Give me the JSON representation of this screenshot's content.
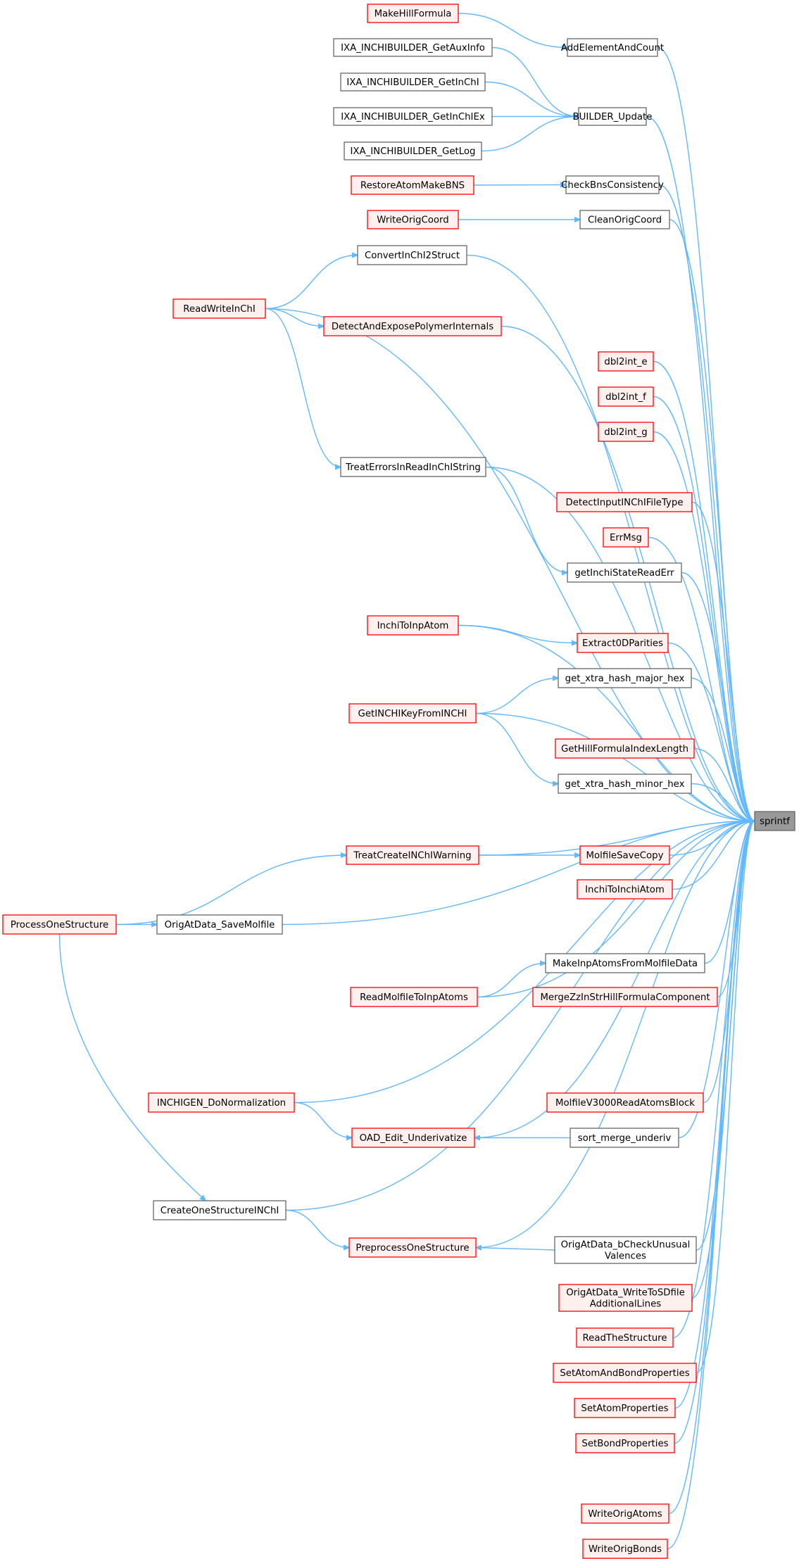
{
  "colors": {
    "edge": "#63b8ff",
    "red_border": "#ff0000",
    "red_fill": "#fff0f0",
    "gray_border": "#666666",
    "plain_fill": "#ffffff",
    "root_fill": "#999999"
  },
  "root": {
    "id": "sprintf",
    "label": "sprintf"
  },
  "nodes": [
    {
      "id": "MakeHillFormula",
      "lines": [
        "MakeHillFormula"
      ],
      "style": "red"
    },
    {
      "id": "AddElementAndCount",
      "lines": [
        "AddElementAndCount"
      ],
      "style": "plain"
    },
    {
      "id": "IXA_INCHIBUILDER_GetAuxInfo",
      "lines": [
        "IXA_INCHIBUILDER_GetAuxInfo"
      ],
      "style": "plain"
    },
    {
      "id": "IXA_INCHIBUILDER_GetInChI",
      "lines": [
        "IXA_INCHIBUILDER_GetInChI"
      ],
      "style": "plain"
    },
    {
      "id": "BUILDER_Update",
      "lines": [
        "BUILDER_Update"
      ],
      "style": "plain"
    },
    {
      "id": "IXA_INCHIBUILDER_GetInChIEx",
      "lines": [
        "IXA_INCHIBUILDER_GetInChIEx"
      ],
      "style": "plain"
    },
    {
      "id": "IXA_INCHIBUILDER_GetLog",
      "lines": [
        "IXA_INCHIBUILDER_GetLog"
      ],
      "style": "plain"
    },
    {
      "id": "RestoreAtomMakeBNS",
      "lines": [
        "RestoreAtomMakeBNS"
      ],
      "style": "red"
    },
    {
      "id": "CheckBnsConsistency",
      "lines": [
        "CheckBnsConsistency"
      ],
      "style": "plain"
    },
    {
      "id": "WriteOrigCoord",
      "lines": [
        "WriteOrigCoord"
      ],
      "style": "red"
    },
    {
      "id": "CleanOrigCoord",
      "lines": [
        "CleanOrigCoord"
      ],
      "style": "plain"
    },
    {
      "id": "ConvertInChI2Struct",
      "lines": [
        "ConvertInChI2Struct"
      ],
      "style": "plain"
    },
    {
      "id": "ReadWriteInChI",
      "lines": [
        "ReadWriteInChI"
      ],
      "style": "red"
    },
    {
      "id": "DetectAndExposePolymerInternals",
      "lines": [
        "DetectAndExposePolymerInternals"
      ],
      "style": "red"
    },
    {
      "id": "dbl2int_e",
      "lines": [
        "dbl2int_e"
      ],
      "style": "red"
    },
    {
      "id": "dbl2int_f",
      "lines": [
        "dbl2int_f"
      ],
      "style": "red"
    },
    {
      "id": "dbl2int_g",
      "lines": [
        "dbl2int_g"
      ],
      "style": "red"
    },
    {
      "id": "TreatErrorsInReadInChIString",
      "lines": [
        "TreatErrorsInReadInChIString"
      ],
      "style": "plain"
    },
    {
      "id": "DetectInputINChIFileType",
      "lines": [
        "DetectInputINChIFileType"
      ],
      "style": "red"
    },
    {
      "id": "ErrMsg",
      "lines": [
        "ErrMsg"
      ],
      "style": "red"
    },
    {
      "id": "getInchiStateReadErr",
      "lines": [
        "getInchiStateReadErr"
      ],
      "style": "plain"
    },
    {
      "id": "InchiToInpAtom",
      "lines": [
        "InchiToInpAtom"
      ],
      "style": "red"
    },
    {
      "id": "Extract0DParities",
      "lines": [
        "Extract0DParities"
      ],
      "style": "red"
    },
    {
      "id": "get_xtra_hash_major_hex",
      "lines": [
        "get_xtra_hash_major_hex"
      ],
      "style": "plain"
    },
    {
      "id": "GetINCHIKeyFromINCHI",
      "lines": [
        "GetINCHIKeyFromINCHI"
      ],
      "style": "red"
    },
    {
      "id": "GetHillFormulaIndexLength",
      "lines": [
        "GetHillFormulaIndexLength"
      ],
      "style": "red"
    },
    {
      "id": "get_xtra_hash_minor_hex",
      "lines": [
        "get_xtra_hash_minor_hex"
      ],
      "style": "plain"
    },
    {
      "id": "TreatCreateINChIWarning",
      "lines": [
        "TreatCreateINChIWarning"
      ],
      "style": "red"
    },
    {
      "id": "MolfileSaveCopy",
      "lines": [
        "MolfileSaveCopy"
      ],
      "style": "red"
    },
    {
      "id": "InchiToInchiAtom",
      "lines": [
        "InchiToInchiAtom"
      ],
      "style": "red"
    },
    {
      "id": "ProcessOneStructure",
      "lines": [
        "ProcessOneStructure"
      ],
      "style": "red"
    },
    {
      "id": "OrigAtData_SaveMolfile",
      "lines": [
        "OrigAtData_SaveMolfile"
      ],
      "style": "plain"
    },
    {
      "id": "MakeInpAtomsFromMolfileData",
      "lines": [
        "MakeInpAtomsFromMolfileData"
      ],
      "style": "plain"
    },
    {
      "id": "ReadMolfileToInpAtoms",
      "lines": [
        "ReadMolfileToInpAtoms"
      ],
      "style": "red"
    },
    {
      "id": "MergeZzInStrHillFormulaComponent",
      "lines": [
        "MergeZzInStrHillFormulaComponent"
      ],
      "style": "red"
    },
    {
      "id": "INCHIGEN_DoNormalization",
      "lines": [
        "INCHIGEN_DoNormalization"
      ],
      "style": "red"
    },
    {
      "id": "MolfileV3000ReadAtomsBlock",
      "lines": [
        "MolfileV3000ReadAtomsBlock"
      ],
      "style": "red"
    },
    {
      "id": "OAD_Edit_Underivatize",
      "lines": [
        "OAD_Edit_Underivatize"
      ],
      "style": "red"
    },
    {
      "id": "sort_merge_underiv",
      "lines": [
        "sort_merge_underiv"
      ],
      "style": "plain"
    },
    {
      "id": "CreateOneStructureINChI",
      "lines": [
        "CreateOneStructureINChI"
      ],
      "style": "plain"
    },
    {
      "id": "PreprocessOneStructure",
      "lines": [
        "PreprocessOneStructure"
      ],
      "style": "red"
    },
    {
      "id": "OrigAtData_bCheckUnusualValences",
      "lines": [
        "OrigAtData_bCheckUnusual",
        "Valences"
      ],
      "style": "plain"
    },
    {
      "id": "OrigAtData_WriteToSDfileAdditionalLines",
      "lines": [
        "OrigAtData_WriteToSDfile",
        "AdditionalLines"
      ],
      "style": "red"
    },
    {
      "id": "ReadTheStructure",
      "lines": [
        "ReadTheStructure"
      ],
      "style": "red"
    },
    {
      "id": "SetAtomAndBondProperties",
      "lines": [
        "SetAtomAndBondProperties"
      ],
      "style": "red"
    },
    {
      "id": "SetAtomProperties",
      "lines": [
        "SetAtomProperties"
      ],
      "style": "red"
    },
    {
      "id": "SetBondProperties",
      "lines": [
        "SetBondProperties"
      ],
      "style": "red"
    },
    {
      "id": "WriteOrigAtoms",
      "lines": [
        "WriteOrigAtoms"
      ],
      "style": "red"
    },
    {
      "id": "WriteOrigBonds",
      "lines": [
        "WriteOrigBonds"
      ],
      "style": "red"
    }
  ],
  "edges": [
    [
      "MakeHillFormula",
      "AddElementAndCount"
    ],
    [
      "IXA_INCHIBUILDER_GetAuxInfo",
      "BUILDER_Update"
    ],
    [
      "IXA_INCHIBUILDER_GetInChI",
      "BUILDER_Update"
    ],
    [
      "IXA_INCHIBUILDER_GetInChIEx",
      "BUILDER_Update"
    ],
    [
      "IXA_INCHIBUILDER_GetLog",
      "BUILDER_Update"
    ],
    [
      "RestoreAtomMakeBNS",
      "CheckBnsConsistency"
    ],
    [
      "WriteOrigCoord",
      "CleanOrigCoord"
    ],
    [
      "ReadWriteInChI",
      "ConvertInChI2Struct"
    ],
    [
      "ReadWriteInChI",
      "DetectAndExposePolymerInternals"
    ],
    [
      "ReadWriteInChI",
      "TreatErrorsInReadInChIString"
    ],
    [
      "TreatErrorsInReadInChIString",
      "getInchiStateReadErr"
    ],
    [
      "InchiToInpAtom",
      "Extract0DParities"
    ],
    [
      "GetINCHIKeyFromINCHI",
      "get_xtra_hash_major_hex"
    ],
    [
      "GetINCHIKeyFromINCHI",
      "get_xtra_hash_minor_hex"
    ],
    [
      "TreatCreateINChIWarning",
      "MolfileSaveCopy"
    ],
    [
      "ProcessOneStructure",
      "TreatCreateINChIWarning"
    ],
    [
      "ProcessOneStructure",
      "OrigAtData_SaveMolfile"
    ],
    [
      "ProcessOneStructure",
      "CreateOneStructureINChI"
    ],
    [
      "ReadMolfileToInpAtoms",
      "MakeInpAtomsFromMolfileData"
    ],
    [
      "INCHIGEN_DoNormalization",
      "OAD_Edit_Underivatize"
    ],
    [
      "sort_merge_underiv",
      "OAD_Edit_Underivatize"
    ],
    [
      "CreateOneStructureINChI",
      "PreprocessOneStructure"
    ],
    [
      "OrigAtData_bCheckUnusualValences",
      "PreprocessOneStructure"
    ],
    [
      "AddElementAndCount",
      "sprintf"
    ],
    [
      "BUILDER_Update",
      "sprintf"
    ],
    [
      "CheckBnsConsistency",
      "sprintf"
    ],
    [
      "CleanOrigCoord",
      "sprintf"
    ],
    [
      "ConvertInChI2Struct",
      "sprintf"
    ],
    [
      "ReadWriteInChI",
      "sprintf"
    ],
    [
      "DetectAndExposePolymerInternals",
      "sprintf"
    ],
    [
      "dbl2int_e",
      "sprintf"
    ],
    [
      "dbl2int_f",
      "sprintf"
    ],
    [
      "dbl2int_g",
      "sprintf"
    ],
    [
      "TreatErrorsInReadInChIString",
      "sprintf"
    ],
    [
      "DetectInputINChIFileType",
      "sprintf"
    ],
    [
      "ErrMsg",
      "sprintf"
    ],
    [
      "getInchiStateReadErr",
      "sprintf"
    ],
    [
      "InchiToInpAtom",
      "sprintf"
    ],
    [
      "Extract0DParities",
      "sprintf"
    ],
    [
      "get_xtra_hash_major_hex",
      "sprintf"
    ],
    [
      "GetINCHIKeyFromINCHI",
      "sprintf"
    ],
    [
      "GetHillFormulaIndexLength",
      "sprintf"
    ],
    [
      "get_xtra_hash_minor_hex",
      "sprintf"
    ],
    [
      "TreatCreateINChIWarning",
      "sprintf"
    ],
    [
      "MolfileSaveCopy",
      "sprintf"
    ],
    [
      "InchiToInchiAtom",
      "sprintf"
    ],
    [
      "OrigAtData_SaveMolfile",
      "sprintf"
    ],
    [
      "MakeInpAtomsFromMolfileData",
      "sprintf"
    ],
    [
      "ReadMolfileToInpAtoms",
      "sprintf"
    ],
    [
      "MergeZzInStrHillFormulaComponent",
      "sprintf"
    ],
    [
      "INCHIGEN_DoNormalization",
      "sprintf"
    ],
    [
      "MolfileV3000ReadAtomsBlock",
      "sprintf"
    ],
    [
      "sort_merge_underiv",
      "sprintf"
    ],
    [
      "OAD_Edit_Underivatize",
      "sprintf"
    ],
    [
      "CreateOneStructureINChI",
      "sprintf"
    ],
    [
      "OrigAtData_bCheckUnusualValences",
      "sprintf"
    ],
    [
      "PreprocessOneStructure",
      "sprintf"
    ],
    [
      "OrigAtData_WriteToSDfileAdditionalLines",
      "sprintf"
    ],
    [
      "ReadTheStructure",
      "sprintf"
    ],
    [
      "SetAtomAndBondProperties",
      "sprintf"
    ],
    [
      "SetAtomProperties",
      "sprintf"
    ],
    [
      "SetBondProperties",
      "sprintf"
    ],
    [
      "WriteOrigAtoms",
      "sprintf"
    ],
    [
      "WriteOrigBonds",
      "sprintf"
    ]
  ]
}
